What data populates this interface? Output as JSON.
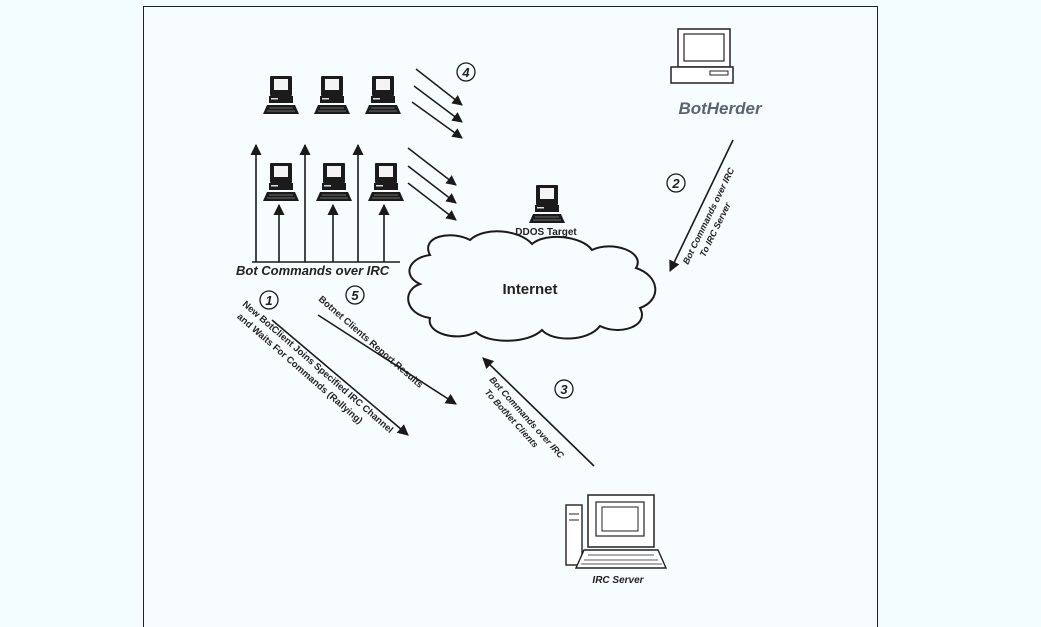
{
  "labels": {
    "botherder": "BotHerder",
    "irc_server": "IRC Server",
    "ddos_target": "DDOS Target",
    "internet": "Internet",
    "bot_commands_over_irc": "Bot Commands over IRC",
    "step1_line1": "New BotClient Joins Specified IRC Channel",
    "step1_line2": "and Waits For Commands (Rallying)",
    "step2_line1": "Bot Commands over IRC",
    "step2_line2": "To IRC Server",
    "step3_line1": "Bot Commands over IRC",
    "step3_line2": "To BotNet Clients",
    "step5_text": "Botnet Clients Report Results"
  },
  "steps": {
    "s1": "1",
    "s2": "2",
    "s3": "3",
    "s4": "4",
    "s5": "5"
  },
  "colors": {
    "background": "#f3fcfd",
    "line": "#1a1a1a",
    "botherder_text": "#5b6472"
  },
  "icons": {
    "bot_computer": "desktop-computer-icon",
    "botherder": "workstation-icon",
    "irc_server": "server-computer-icon",
    "ddos_target": "target-computer-icon",
    "internet": "cloud-icon"
  }
}
